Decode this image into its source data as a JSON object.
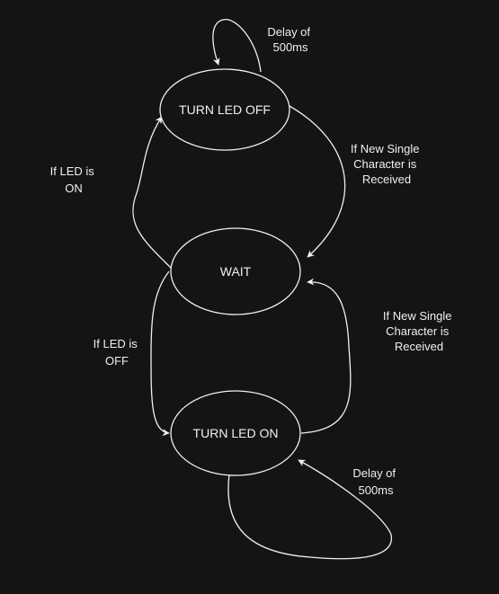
{
  "diagram": {
    "colors": {
      "background": "#141414",
      "stroke": "#f0f0f0",
      "text": "#f0f0f0"
    },
    "states": {
      "turn_led_off": "TURN LED OFF",
      "wait": "WAIT",
      "turn_led_on": "TURN LED ON"
    },
    "transitions": {
      "off_self_loop": [
        "Delay of",
        "500ms"
      ],
      "off_to_wait": [
        "If New Single",
        "Character is",
        "Received"
      ],
      "wait_to_off": [
        "If LED is",
        "ON"
      ],
      "wait_to_on": [
        "If LED is",
        "OFF"
      ],
      "on_to_wait": [
        "If New Single",
        "Character is",
        "Received"
      ],
      "on_self_loop": [
        "Delay of",
        "500ms"
      ]
    }
  }
}
